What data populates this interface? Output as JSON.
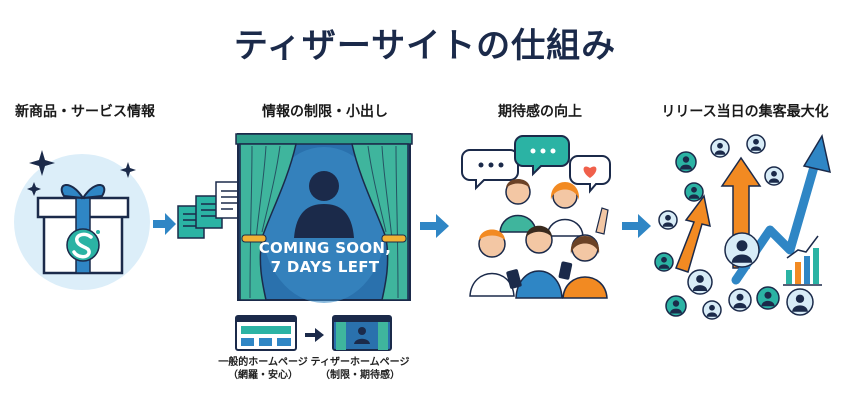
{
  "title": "ティザーサイトの仕組み",
  "steps": [
    {
      "label": "新商品・サービス情報",
      "icon": "gift-box-icon"
    },
    {
      "label": "情報の制限・小出し",
      "icon": "curtain-stage-icon"
    },
    {
      "label": "期待感の向上",
      "icon": "excited-crowd-icon"
    },
    {
      "label": "リリース当日の集客最大化",
      "icon": "growth-arrows-icon"
    }
  ],
  "stage": {
    "line1": "COMING SOON,",
    "line2": "7 DAYS LEFT"
  },
  "comparison": {
    "general": {
      "line1": "一般的ホームページ",
      "line2": "（網羅・安心）"
    },
    "teaser": {
      "line1": "ティザーホームページ",
      "line2": "（制限・期待感）"
    }
  },
  "colors": {
    "navy": "#1b2a4a",
    "teal": "#2bb3a4",
    "blue": "#2f86c5",
    "orange": "#f28a22",
    "curtain": "#2e9d8a"
  }
}
